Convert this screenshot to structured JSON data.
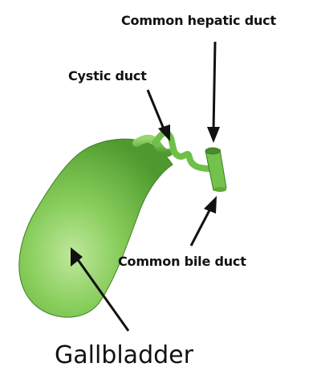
{
  "labels": {
    "common_hepatic_duct": "Common hepatic duct",
    "cystic_duct": "Cystic duct",
    "common_bile_duct": "Common bile duct",
    "gallbladder": "Gallbladder"
  },
  "colors": {
    "organ_fill": "#7dc752",
    "organ_highlight": "#b8e48e",
    "organ_shadow": "#4f9a2e",
    "arrow": "#111111",
    "text": "#111111",
    "background": "#ffffff"
  }
}
